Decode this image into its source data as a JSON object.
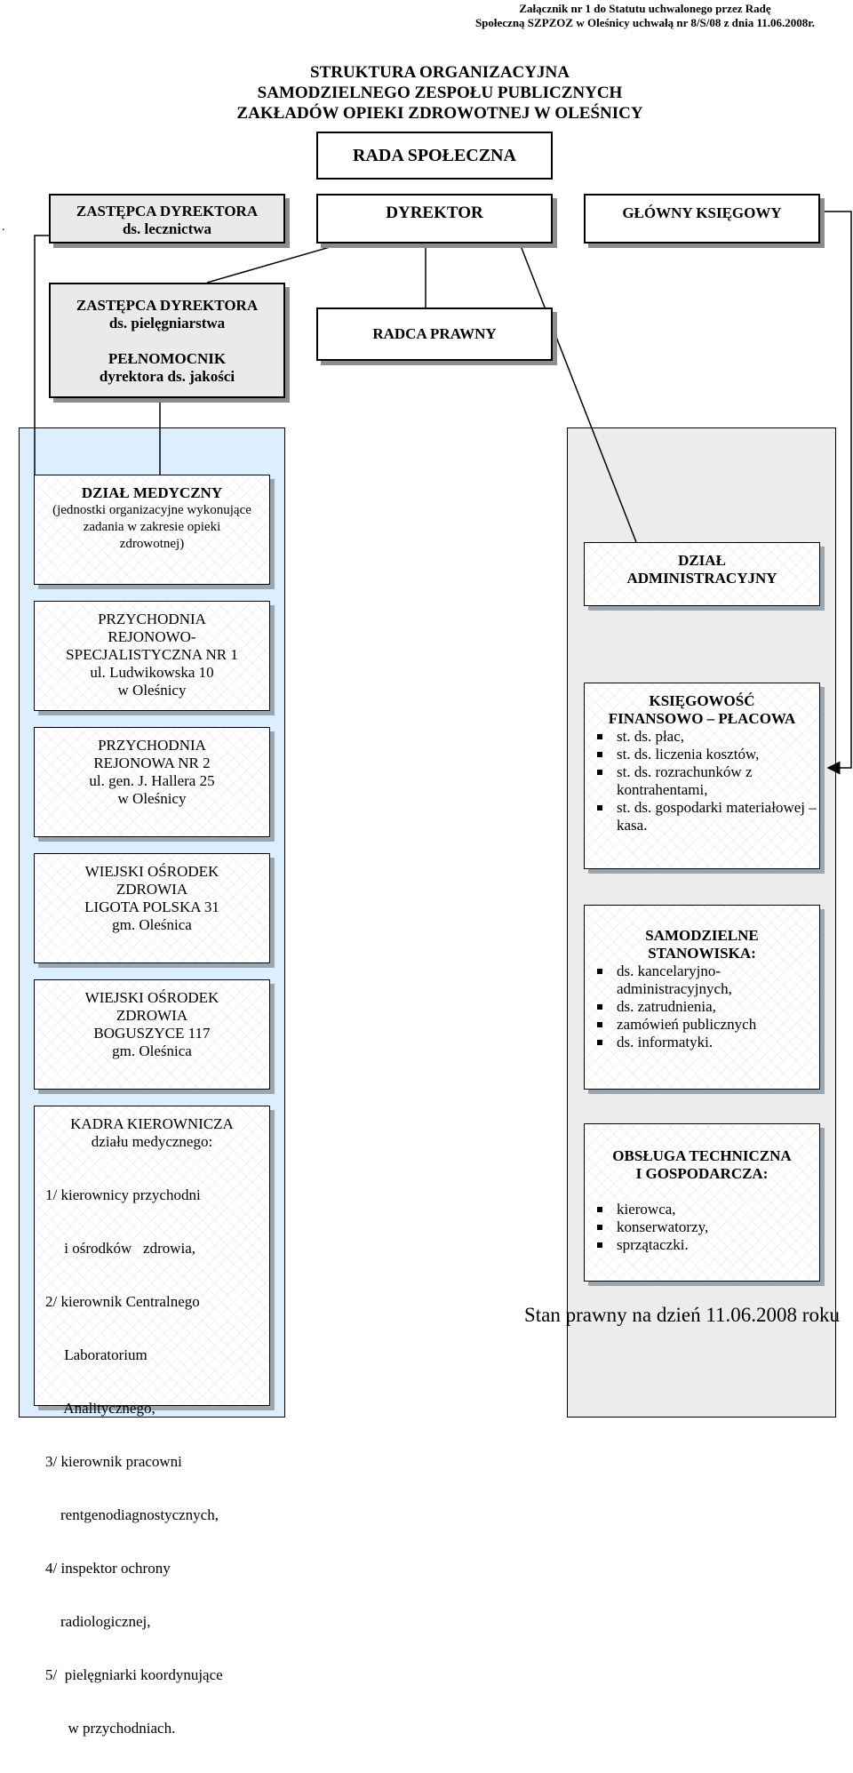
{
  "header_note": [
    "Załącznik nr 1 do Statutu uchwalonego przez Radę",
    "Społeczną SZPZOZ w Oleśnicy uchwałą nr 8/S/08 z dnia 11.06.2008r."
  ],
  "title": [
    "STRUKTURA ORGANIZACYJNA",
    "SAMODZIELNEGO ZESPOŁU PUBLICZNYCH",
    "ZAKŁADÓW OPIEKI ZDROWOTNEJ W OLEŚNICY"
  ],
  "stray_dot": ".",
  "rada": "RADA SPOŁECZNA",
  "zastepca_lecznictwa": [
    "ZASTĘPCA DYREKTORA",
    "ds. lecznictwa"
  ],
  "dyrektor": "DYREKTOR",
  "glowny_ksiegowy": "GŁÓWNY KSIĘGOWY",
  "zastepca_pielegniarstwa": [
    "ZASTĘPCA DYREKTORA",
    "ds. pielęgniarstwa",
    "PEŁNOMOCNIK",
    "dyrektora ds. jakości"
  ],
  "radca": "RADCA PRAWNY",
  "dzial_medyczny": {
    "title": "DZIAŁ MEDYCZNY",
    "desc": [
      "(jednostki organizacyjne wykonujące",
      "zadania w zakresie opieki",
      "zdrowotnej)"
    ]
  },
  "przychodnia1": [
    "PRZYCHODNIA",
    "REJONOWO-",
    "SPECJALISTYCZNA NR 1",
    "ul. Ludwikowska 10",
    "w Oleśnicy"
  ],
  "przychodnia2": [
    "PRZYCHODNIA",
    "REJONOWA NR 2",
    "ul. gen. J. Hallera 25",
    "w Oleśnicy"
  ],
  "osrodek1": [
    "WIEJSKI OŚRODEK",
    "ZDROWIA",
    "LIGOTA POLSKA 31",
    "gm. Oleśnica"
  ],
  "osrodek2": [
    "WIEJSKI OŚRODEK",
    "ZDROWIA",
    "BOGUSZYCE 117",
    "gm. Oleśnica"
  ],
  "kadra": {
    "title": [
      "KADRA KIEROWNICZA",
      "działu medycznego:"
    ],
    "lines": [
      "1/ kierownicy przychodni",
      "     i ośrodków   zdrowia,",
      "2/ kierownik Centralnego",
      "     Laboratorium",
      "     Analitycznego,",
      "3/ kierownik pracowni",
      "    rentgenodiagnostycznych,",
      "4/ inspektor ochrony",
      "    radiologicznej,",
      "5/  pielęgniarki koordynujące",
      "      w przychodniach."
    ]
  },
  "dzial_admin": [
    "DZIAŁ",
    "ADMINISTRACYJNY"
  ],
  "ksiegowosc": {
    "title": [
      "KSIĘGOWOŚĆ",
      "FINANSOWO – PŁACOWA"
    ],
    "items": [
      "st. ds. płac,",
      "st. ds. liczenia kosztów,",
      "st. ds. rozrachunków z kontrahentami,",
      "st. ds. gospodarki materiałowej – kasa."
    ]
  },
  "samodzielne": {
    "title": [
      "SAMODZIELNE",
      "STANOWISKA:"
    ],
    "items": [
      "ds. kancelaryjno-administracyjnych,",
      "ds. zatrudnienia,",
      "zamówień publicznych",
      "ds. informatyki."
    ]
  },
  "obsluga": {
    "title": [
      "OBSŁUGA TECHNICZNA",
      "I GOSPODARCZA:"
    ],
    "items": [
      "kierowca,",
      "konserwatorzy,",
      "sprzątaczki."
    ]
  },
  "stan_prawny": "Stan prawny na dzień 11.06.2008 roku",
  "colors": {
    "left_panel": "#dcefff",
    "right_panel": "#ececec",
    "top_box_fill": "#eaeaea"
  }
}
